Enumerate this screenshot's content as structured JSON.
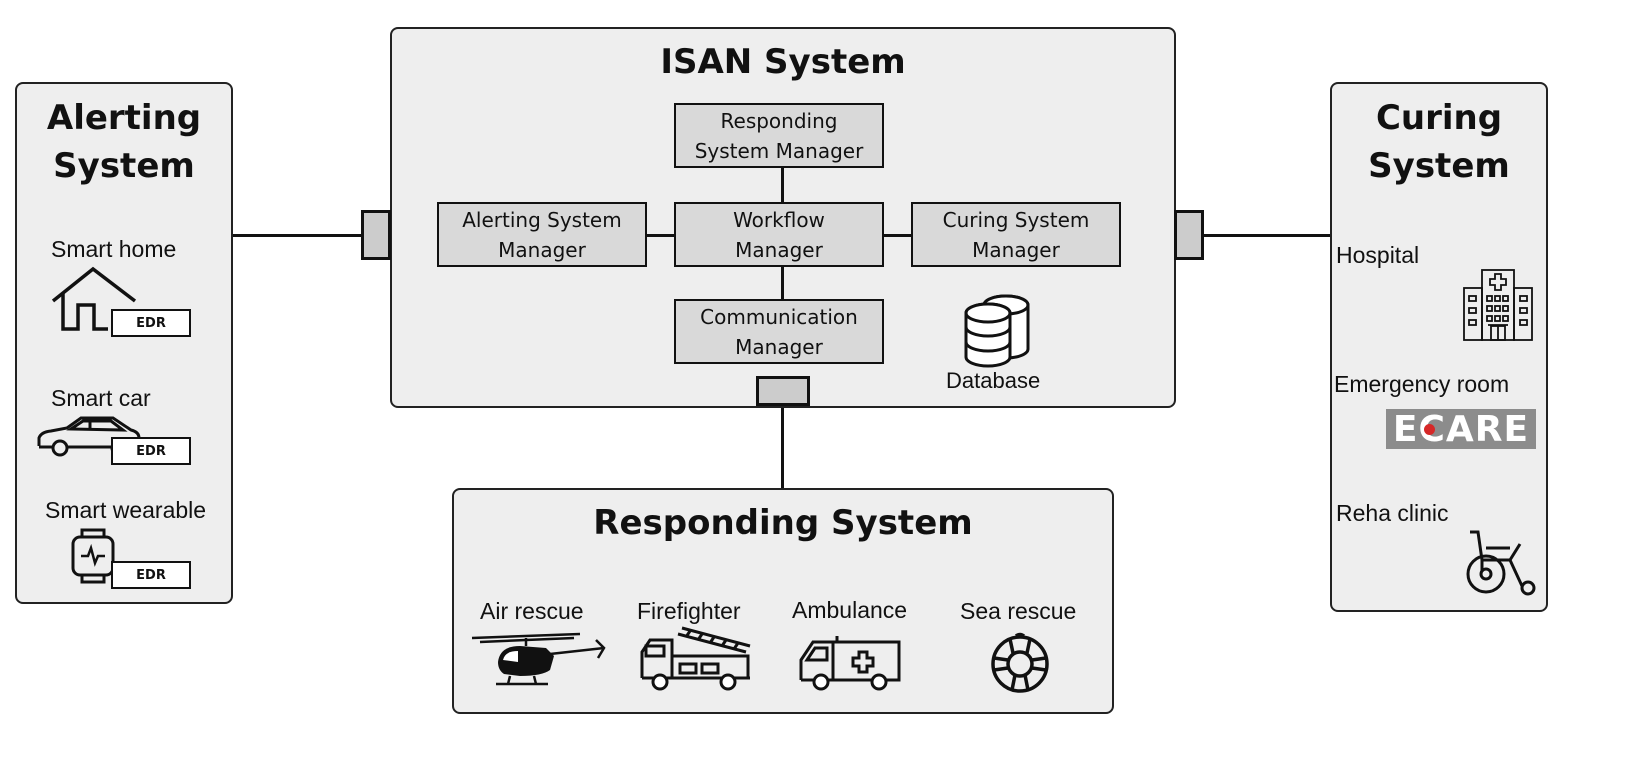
{
  "isan": {
    "title": "ISAN System",
    "responding_manager": "Responding\nSystem Manager",
    "alerting_manager": "Alerting System\nManager",
    "workflow_manager": "Workflow\nManager",
    "curing_manager": "Curing System\nManager",
    "communication_manager": "Communication\nManager",
    "database_label": "Database"
  },
  "alerting": {
    "title": "Alerting\nSystem",
    "items": [
      {
        "label": "Smart home",
        "badge": "EDR",
        "icon": "house-icon"
      },
      {
        "label": "Smart car",
        "badge": "EDR",
        "icon": "car-icon"
      },
      {
        "label": "Smart wearable",
        "badge": "EDR",
        "icon": "smartwatch-icon"
      }
    ]
  },
  "curing": {
    "title": "Curing\nSystem",
    "items": [
      {
        "label": "Hospital",
        "icon": "hospital-icon"
      },
      {
        "label": "Emergency room",
        "icon": "ecare-logo",
        "logo_text": "ECARE"
      },
      {
        "label": "Reha clinic",
        "icon": "wheelchair-icon"
      }
    ]
  },
  "responding": {
    "title": "Responding System",
    "items": [
      {
        "label": "Air rescue",
        "icon": "helicopter-icon"
      },
      {
        "label": "Firefighter",
        "icon": "fire-truck-icon"
      },
      {
        "label": "Ambulance",
        "icon": "ambulance-icon"
      },
      {
        "label": "Sea rescue",
        "icon": "lifebuoy-icon"
      }
    ]
  },
  "colors": {
    "panel_fill": "#eeeeee",
    "manager_fill": "#d9d9d9",
    "stroke": "#111111",
    "ecare_red": "#d62828"
  }
}
